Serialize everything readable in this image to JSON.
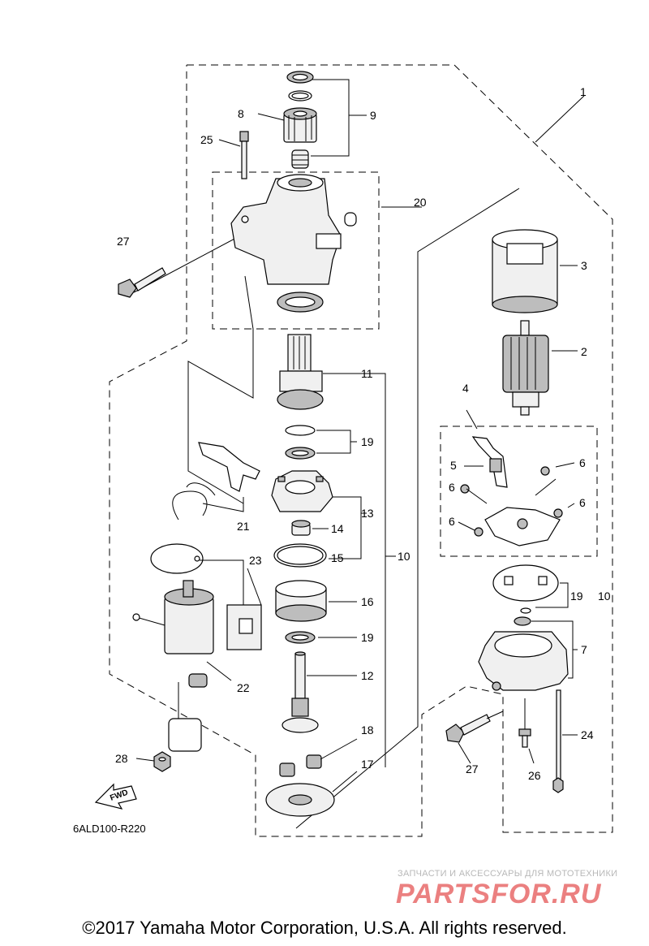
{
  "callouts": {
    "c1": "1",
    "c2": "2",
    "c3": "3",
    "c4": "4",
    "c5": "5",
    "c6a": "6",
    "c6b": "6",
    "c6c": "6",
    "c6d": "6",
    "c7": "7",
    "c8": "8",
    "c9": "9",
    "c10a": "10",
    "c10b": "10",
    "c11": "11",
    "c12": "12",
    "c13": "13",
    "c14": "14",
    "c15": "15",
    "c16": "16",
    "c17": "17",
    "c18": "18",
    "c19a": "19",
    "c19b": "19",
    "c19c": "19",
    "c20": "20",
    "c21": "21",
    "c22": "22",
    "c23": "23",
    "c24": "24",
    "c25": "25",
    "c26": "26",
    "c27a": "27",
    "c27b": "27",
    "c28": "28"
  },
  "fwd_label": "FWD",
  "diagram_code": "6ALD100-R220",
  "watermark": {
    "tagline": "ЗАПЧАСТИ И АКСЕССУАРЫ ДЛЯ МОТОТЕХНИКИ",
    "brand": "PARTSFOR.RU"
  },
  "copyright": "©2017 Yamaha Motor Corporation, U.S.A. All rights reserved."
}
